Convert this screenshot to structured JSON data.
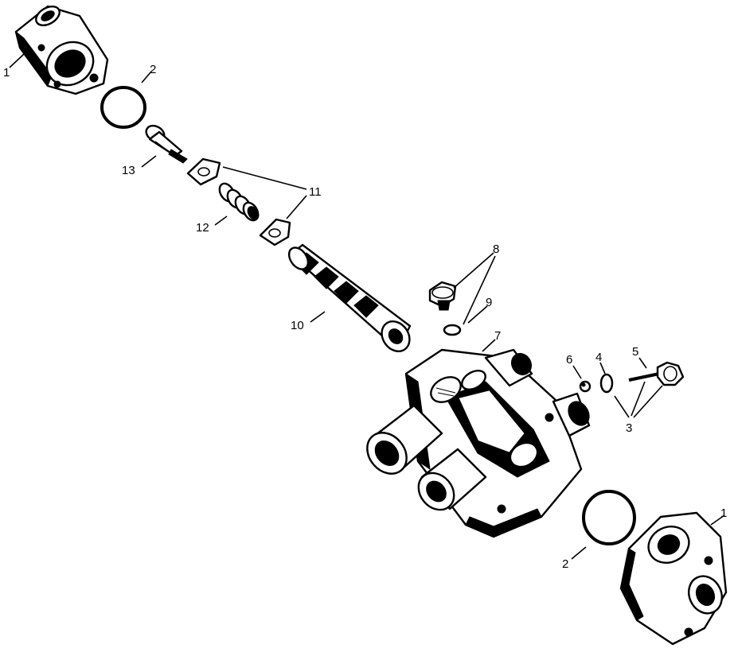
{
  "diagram": {
    "callouts": {
      "c1_top": "1",
      "c2_top": "2",
      "c13": "13",
      "c11": "11",
      "c12": "12",
      "c10": "10",
      "c8": "8",
      "c9": "9",
      "c7": "7",
      "c6": "6",
      "c4": "4",
      "c5": "5",
      "c3": "3",
      "c2_bottom": "2",
      "c1_bottom": "1"
    }
  }
}
